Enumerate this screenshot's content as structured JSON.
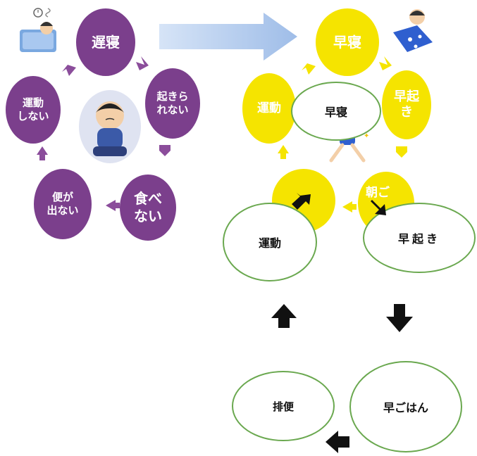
{
  "left_cycle": {
    "node1": "遅寝",
    "node2": "起きら\nれない",
    "node3": "食べ\nない",
    "node4": "便が\n出ない",
    "node5": "運動\nしない",
    "color": "#7b3f8c"
  },
  "right_cycle": {
    "node1": "早寝",
    "node2": "早起\nき",
    "node3": "朝ご",
    "node5": "運動",
    "color": "#f5e400"
  },
  "overlay": {
    "hayane": "早寝",
    "haya_oki": "早起き",
    "undou": "運動",
    "haya_gohan": "早ごはん",
    "haiben": "排便",
    "border_color": "#6aa84f"
  },
  "icons": {
    "big_arrow": "big-right-arrow-icon",
    "child_sad": "sad-child-icon",
    "child_sleep": "sleeping-child-icon"
  }
}
